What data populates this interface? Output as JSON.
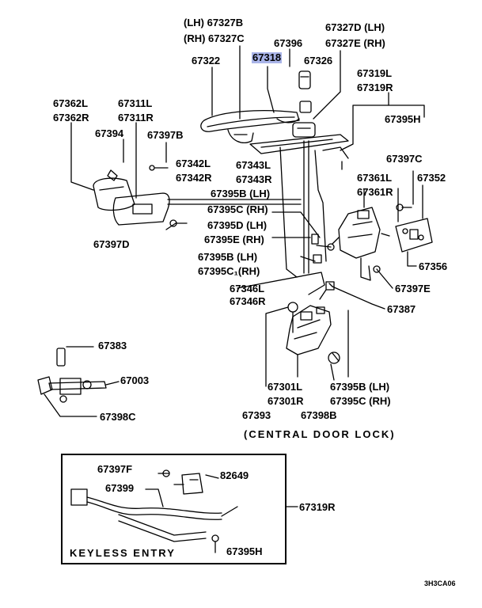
{
  "colors": {
    "highlight": "#a9b4e8",
    "ink": "#000000"
  },
  "labels": {
    "p_67327b": "(LH) 67327B",
    "p_67327c": "(RH) 67327C",
    "p_67396": "67396",
    "p_67327d": "67327D (LH)",
    "p_67327e": "67327E (RH)",
    "p_67322": "67322",
    "p_67318": "67318",
    "p_67326": "67326",
    "p_67319l": "67319L",
    "p_67319r": "67319R",
    "p_67362l": "67362L",
    "p_67362r": "67362R",
    "p_67311l": "67311L",
    "p_67311r": "67311R",
    "p_67395h_top": "67395H",
    "p_67394": "67394",
    "p_67397b": "67397B",
    "p_67342l": "67342L",
    "p_67342r": "67342R",
    "p_67343l": "67343L",
    "p_67343r": "67343R",
    "p_67397c": "67397C",
    "p_67352": "67352",
    "p_67361l": "67361L",
    "p_67361r": "67361R",
    "p_67395b_lh_1": "67395B (LH)",
    "p_67395c_rh_1": "67395C (RH)",
    "p_67395d_lh": "67395D (LH)",
    "p_67395e_rh": "67395E (RH)",
    "p_67397d": "67397D",
    "p_67395b_lh_2": "67395B (LH)",
    "p_67395c1_rh": "67395C₁(RH)",
    "p_67356": "67356",
    "p_67397e": "67397E",
    "p_67346l": "67346L",
    "p_67346r": "67346R",
    "p_67387": "67387",
    "p_67383": "67383",
    "p_67003": "67003",
    "p_67398c": "67398C",
    "p_67301l": "67301L",
    "p_67301r": "67301R",
    "p_67395b_lh_3": "67395B (LH)",
    "p_67395c_rh_3": "67395C (RH)",
    "p_67393": "67393",
    "p_67398b": "67398B",
    "caption_central": "(CENTRAL DOOR LOCK)",
    "p_67397f": "67397F",
    "p_82649": "82649",
    "p_67399": "67399",
    "p_67319r_inset": "67319R",
    "caption_keyless": "KEYLESS ENTRY",
    "p_67395h_inset": "67395H",
    "diagram_code": "3H3CA06"
  }
}
